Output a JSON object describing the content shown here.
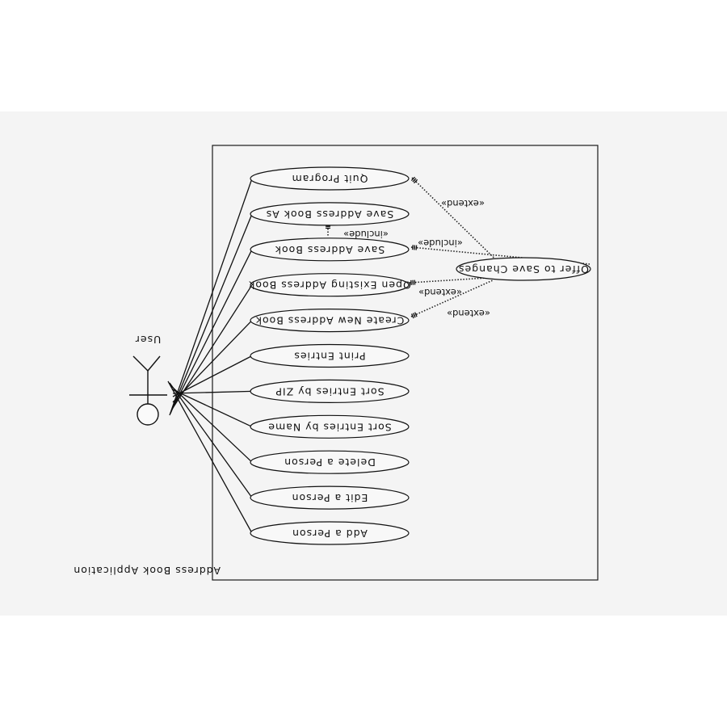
{
  "diagram": {
    "system_name": "Address Book Application",
    "actor": {
      "name": "User"
    },
    "use_cases": [
      {
        "id": "quit",
        "label": "Quit Program"
      },
      {
        "id": "save_as",
        "label": "Save Address Book As"
      },
      {
        "id": "save",
        "label": "Save Address Book"
      },
      {
        "id": "open",
        "label": "Open Existing Address Book"
      },
      {
        "id": "create",
        "label": "Create New Address Book"
      },
      {
        "id": "print",
        "label": "Print Entries"
      },
      {
        "id": "sort_zip",
        "label": "Sort Entries by ZIP"
      },
      {
        "id": "sort_name",
        "label": "Sort Entries by Name"
      },
      {
        "id": "delete",
        "label": "Delete a Person"
      },
      {
        "id": "edit",
        "label": "Edit a Person"
      },
      {
        "id": "add",
        "label": "Add a Person"
      }
    ],
    "offer_use_case": {
      "id": "offer",
      "label": "Offer to Save Changes"
    },
    "relations": [
      {
        "id": "quit_offer",
        "from": "quit",
        "to": "offer",
        "stereotype": "«extend»"
      },
      {
        "id": "save_offer",
        "from": "save",
        "to": "offer",
        "stereotype": "«include»"
      },
      {
        "id": "open_offer",
        "from": "open",
        "to": "offer",
        "stereotype": "«extend»"
      },
      {
        "id": "create_offer",
        "from": "create",
        "to": "offer",
        "stereotype": "«extend»"
      },
      {
        "id": "saveas_save",
        "from": "save_as",
        "to": "save",
        "stereotype": "«include»"
      }
    ]
  }
}
